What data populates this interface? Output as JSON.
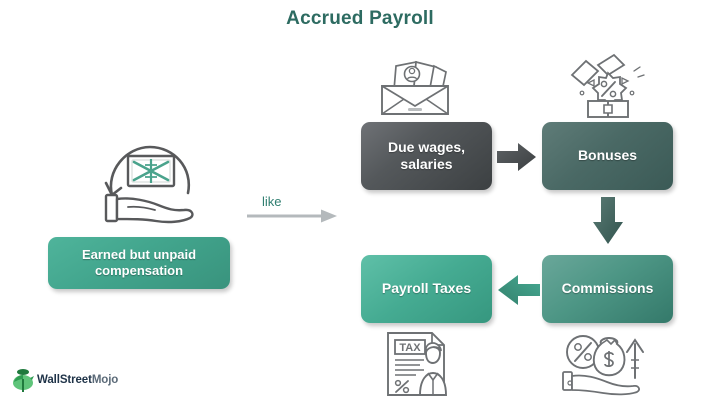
{
  "title": "Accrued Payroll",
  "colors": {
    "title": "#2d6b61",
    "accent_teal_bright": "#45ab92",
    "accent_teal_dark": "#34796a",
    "slate_teal": "#4a6965",
    "gray_dark": "#54585b",
    "connector_gray": "#b4b9bc",
    "like_text": "#2f7e70",
    "background": "#ffffff"
  },
  "concept": {
    "label": "Earned but unpaid compensation",
    "icon": "hand-holding-cash-icon"
  },
  "connector": {
    "label": "like",
    "icon": "right-arrow-icon"
  },
  "flow": {
    "nodes": [
      {
        "id": "due-wages-salaries",
        "label": "Due wages, salaries",
        "line1": "Due wages,",
        "line2": "salaries",
        "icon": "money-envelope-icon",
        "color": "#54585b"
      },
      {
        "id": "bonuses",
        "label": "Bonuses",
        "icon": "gift-box-percent-icon",
        "color": "#4a6965"
      },
      {
        "id": "commissions",
        "label": "Commissions",
        "icon": "hand-money-bag-percent-icon",
        "color": "#34796a"
      },
      {
        "id": "payroll-taxes",
        "label": "Payroll Taxes",
        "icon": "tax-form-person-icon",
        "color": "#45ab92"
      }
    ],
    "arrows": [
      {
        "id": "wages-to-bonuses",
        "direction": "right",
        "color": "#4b4f52"
      },
      {
        "id": "bonuses-to-commissions",
        "direction": "down",
        "color": "#44655f"
      },
      {
        "id": "commissions-to-payroll-taxes",
        "direction": "left",
        "color": "#3fa58c"
      }
    ]
  },
  "branding": {
    "name_part1": "WallStreet",
    "name_part2": "Mojo",
    "icon": "wallstreetmojo-leaf-logo-icon"
  }
}
